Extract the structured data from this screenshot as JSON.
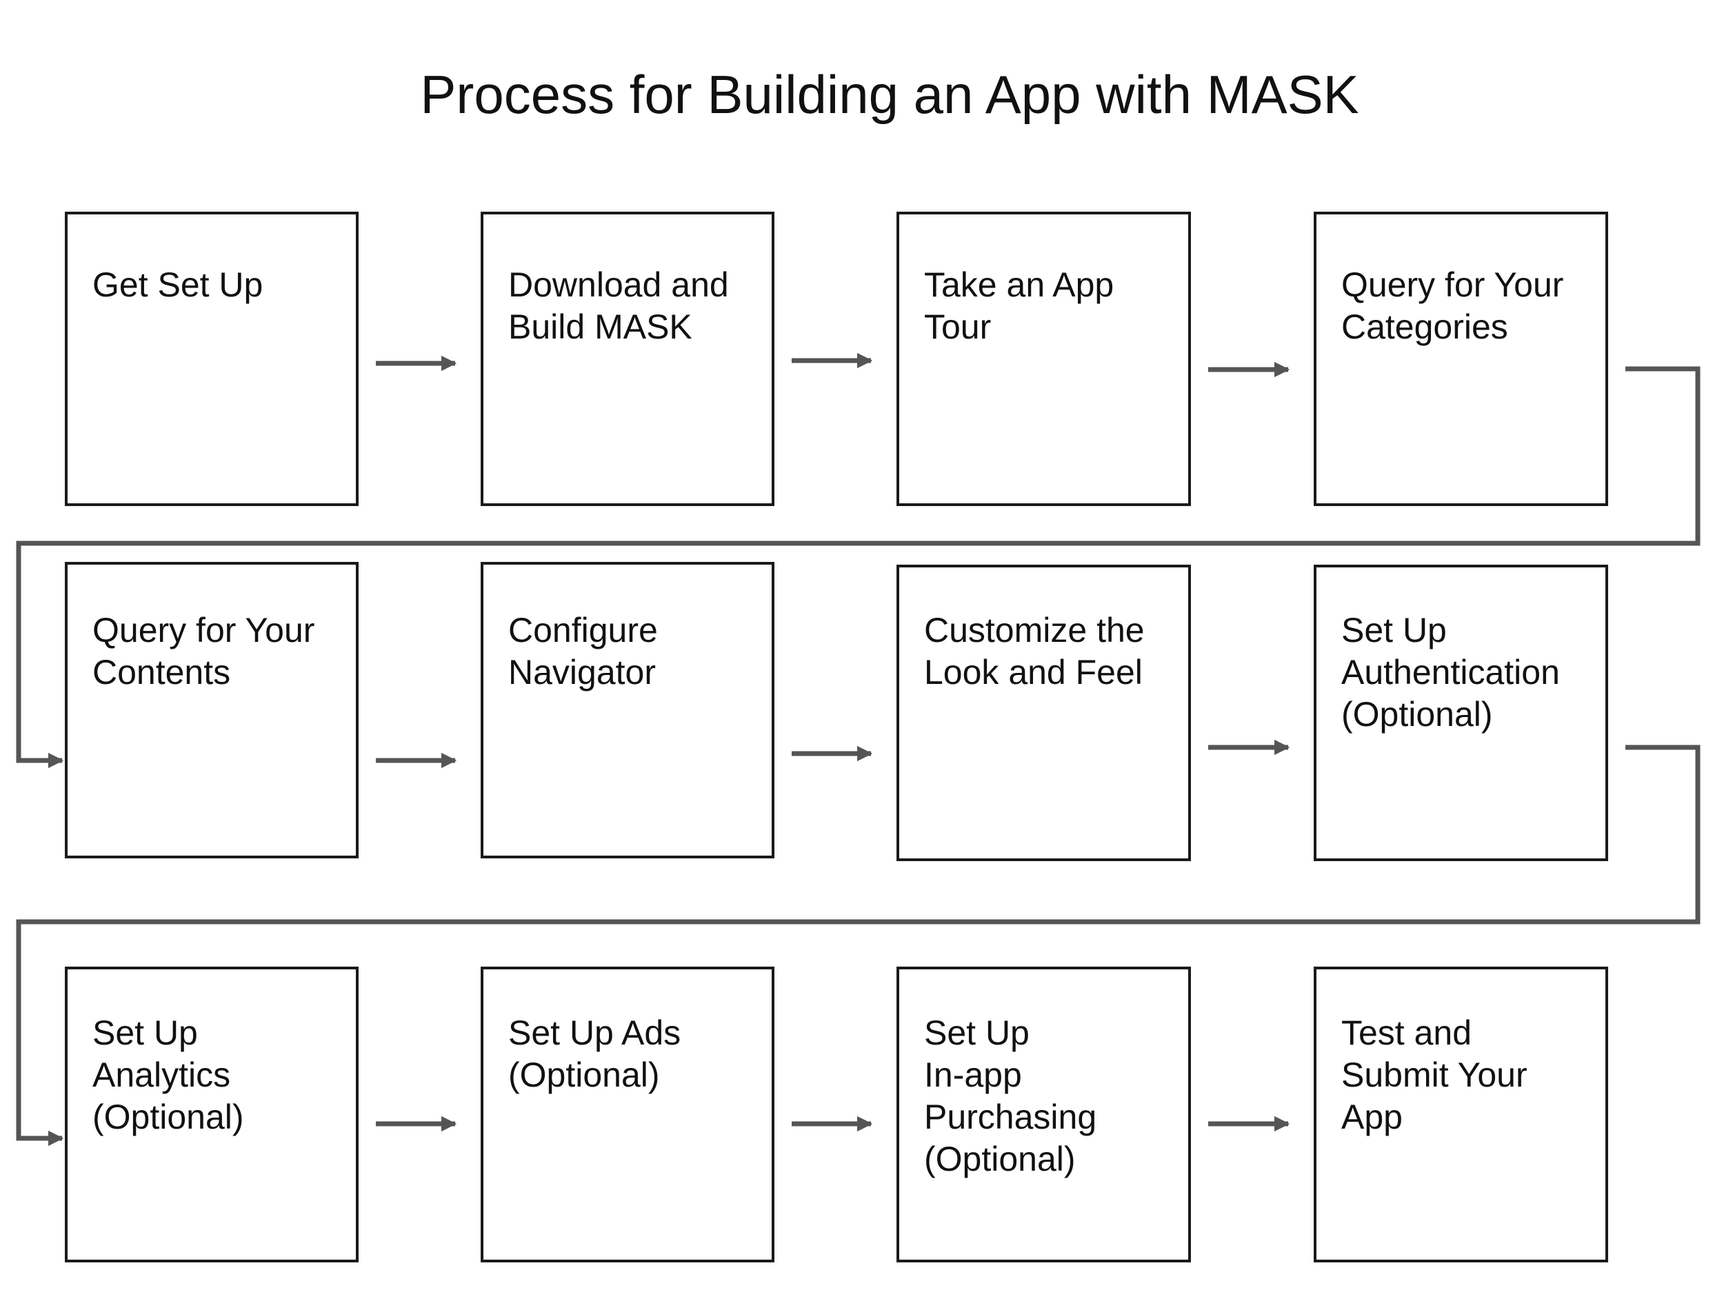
{
  "title": "Process for Building an App with MASK",
  "colors": {
    "box_border": "#1a1a1a",
    "arrow": "#555555",
    "text": "#111111"
  },
  "rows": [
    {
      "steps": [
        {
          "label": "Get Set Up"
        },
        {
          "label": "Download and\nBuild MASK"
        },
        {
          "label": "Take an App\nTour"
        },
        {
          "label": "Query for Your\nCategories"
        }
      ]
    },
    {
      "steps": [
        {
          "label": "Query for Your\nContents"
        },
        {
          "label": "Configure\nNavigator"
        },
        {
          "label": "Customize the\nLook and Feel"
        },
        {
          "label": "Set Up\nAuthentication\n(Optional)"
        }
      ]
    },
    {
      "steps": [
        {
          "label": "Set Up\nAnalytics\n(Optional)"
        },
        {
          "label": "Set Up Ads\n(Optional)"
        },
        {
          "label": "Set Up\nIn-app\nPurchasing\n(Optional)"
        },
        {
          "label": "Test and\nSubmit Your\nApp"
        }
      ]
    }
  ]
}
